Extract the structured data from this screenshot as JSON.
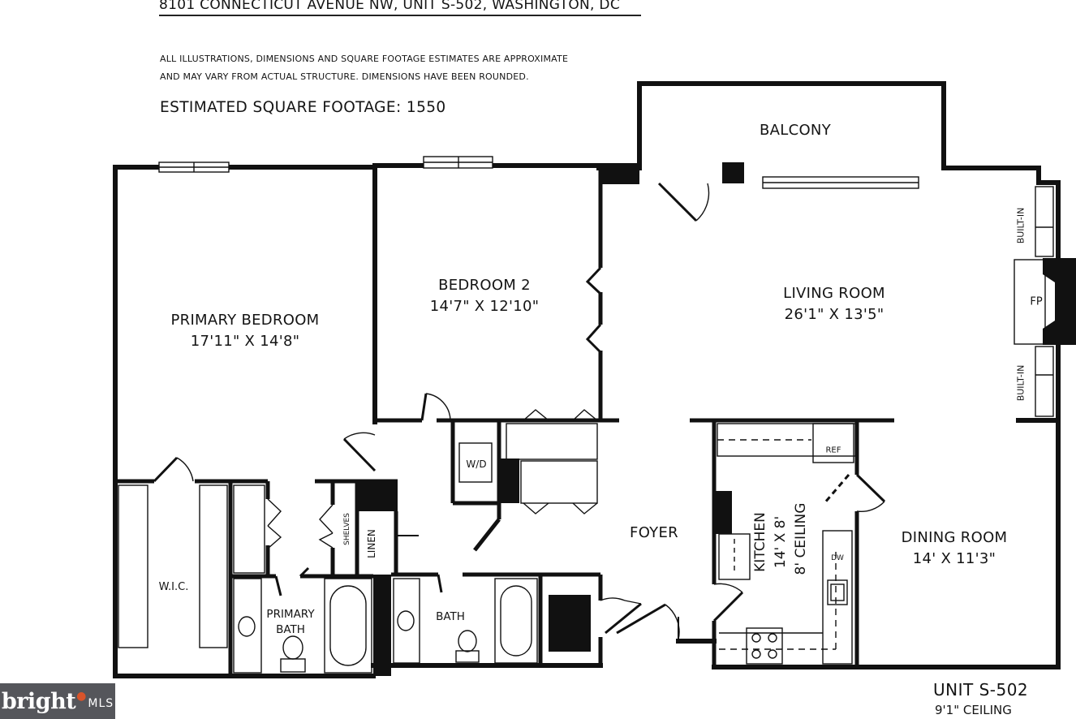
{
  "header": {
    "address": "8101 CONNECTICUT AVENUE NW,  UNIT S-502, WASHINGTON, DC",
    "disclaimer_line1": "ALL ILLUSTRATIONS, DIMENSIONS AND SQUARE FOOTAGE ESTIMATES ARE APPROXIMATE",
    "disclaimer_line2": "AND MAY VARY FROM ACTUAL STRUCTURE. DIMENSIONS HAVE BEEN ROUNDED.",
    "square_footage": "ESTIMATED SQUARE FOOTAGE: 1550"
  },
  "rooms": {
    "balcony": "BALCONY",
    "bedroom2_name": "BEDROOM 2",
    "bedroom2_dims": "14'7\" X 12'10\"",
    "primary_name": "PRIMARY BEDROOM",
    "primary_dims": "17'11\" X 14'8\"",
    "living_name": "LIVING ROOM",
    "living_dims": "26'1\" X 13'5\"",
    "foyer": "FOYER",
    "dining_name": "DINING ROOM",
    "dining_dims": "14' X 11'3\"",
    "kitchen_name": "KITCHEN",
    "kitchen_dims": "14' X 8'",
    "kitchen_ceiling": "8' CEILING",
    "wic": "W.I.C.",
    "primary_bath_line1": "PRIMARY",
    "primary_bath_line2": "BATH",
    "bath": "BATH"
  },
  "fixtures": {
    "wd": "W/D",
    "ref": "REF",
    "dw": "DW",
    "fp": "FP",
    "builtin_top": "BUILT-IN",
    "builtin_bottom": "BUILT-IN",
    "shelves": "SHELVES",
    "linen": "LINEN"
  },
  "footer": {
    "unit": "UNIT S-502",
    "ceiling": "9'1\" CEILING",
    "logo_brand": "bright",
    "logo_mls": "MLS"
  }
}
